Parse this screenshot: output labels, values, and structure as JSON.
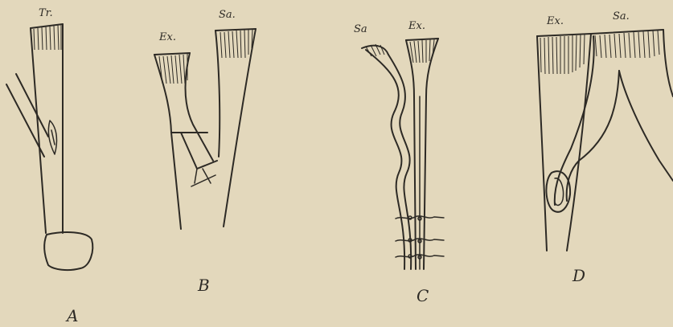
{
  "figures": [
    {
      "id": "A",
      "letter": "A",
      "labels": [
        "Tr."
      ]
    },
    {
      "id": "B",
      "letter": "B",
      "labels": [
        "Ex.",
        "Sa."
      ]
    },
    {
      "id": "C",
      "letter": "C",
      "labels": [
        "Sa",
        "Ex."
      ]
    },
    {
      "id": "D",
      "letter": "D",
      "labels": [
        "Ex.",
        "Sa."
      ]
    }
  ],
  "colors": {
    "paper": "#e3d8bc",
    "ink": "#2d2a25"
  }
}
